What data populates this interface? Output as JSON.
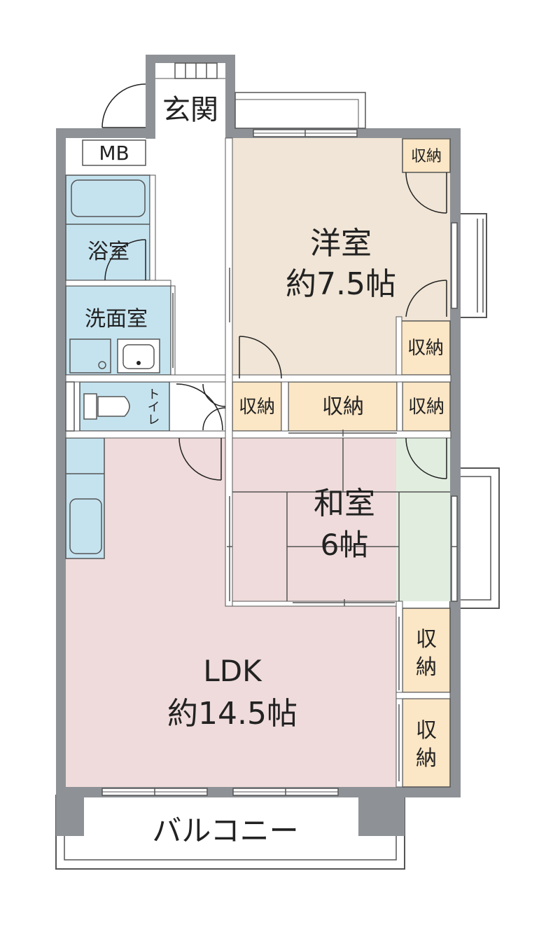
{
  "colors": {
    "wall": "#8e9296",
    "western_room": "#f0e5d6",
    "japanese_room": "#e1eedf",
    "ldk": "#efdbdb",
    "wet_area": "#c5e3ef",
    "storage": "#fbe6c5",
    "line": "#222222",
    "outline": "#555555"
  },
  "rooms": {
    "entrance": "玄関",
    "meter_box": "MB",
    "bathroom": "浴室",
    "washroom": "洗面室",
    "toilet": "トイレ",
    "western_room": {
      "name": "洋室",
      "size": "約7.5帖"
    },
    "japanese_room": {
      "name": "和室",
      "size": "6帖"
    },
    "ldk": {
      "name": "LDK",
      "size": "約14.5帖"
    },
    "balcony": "バルコニー"
  },
  "storage_labels": {
    "western_top": "収納",
    "western_side": "収納",
    "hall_small": "収納",
    "closet_wide": "収納",
    "japanese_side": "収納",
    "ldk_upper": [
      "収",
      "納"
    ],
    "ldk_lower": [
      "収",
      "納"
    ]
  }
}
